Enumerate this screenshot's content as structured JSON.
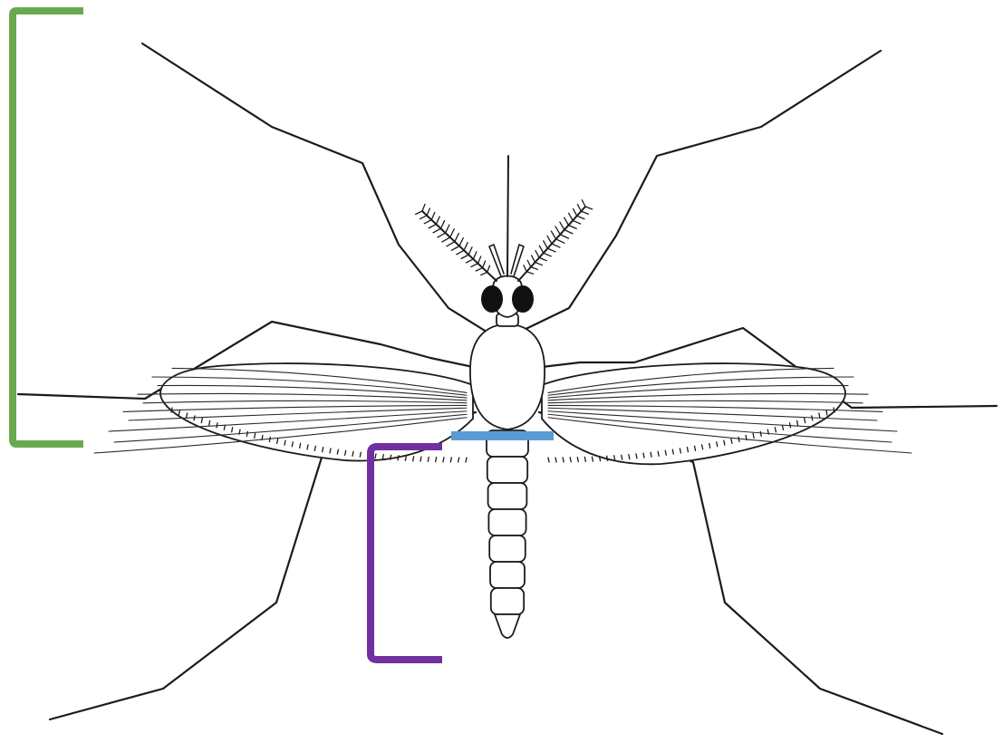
{
  "diagram": {
    "subject": "mosquito",
    "view": "dorsal",
    "colors": {
      "bracket_green": "#6aa84f",
      "bracket_purple": "#7030a0",
      "marker_blue": "#5b9bd5",
      "line": "#1b1b1b"
    },
    "markers": [
      {
        "name": "green-bracket",
        "shape": "bracket-open-right"
      },
      {
        "name": "purple-bracket",
        "shape": "bracket-open-right"
      },
      {
        "name": "blue-bar",
        "shape": "horizontal-bar"
      }
    ],
    "abdomen_segments": 8,
    "legs": 6,
    "wings": 2,
    "antennae": 2
  }
}
